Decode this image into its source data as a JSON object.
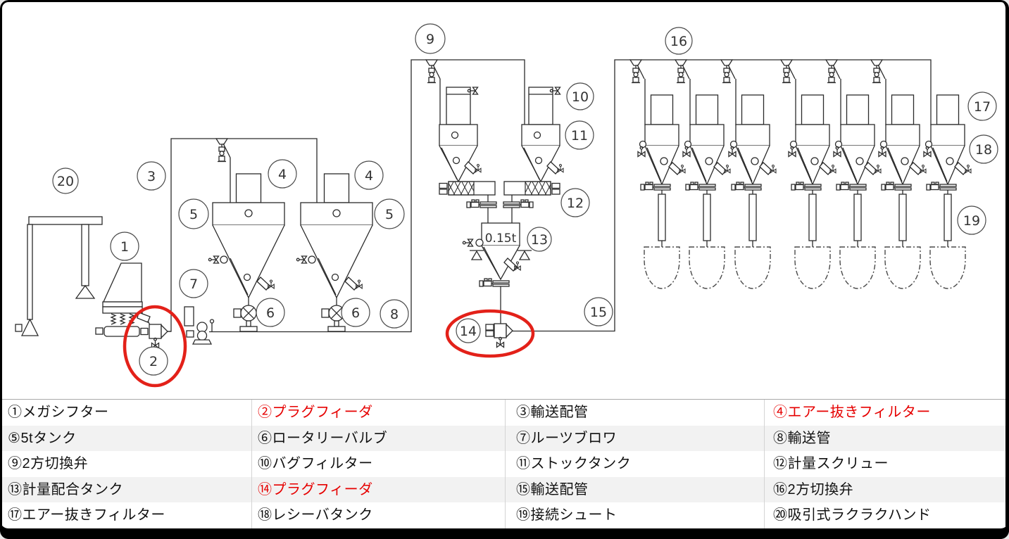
{
  "colors": {
    "highlight": "#e32119",
    "legend_red": "#e60000",
    "line": "#2b2b2b"
  },
  "diagram": {
    "tank_capacity_label": "0.15t",
    "callouts": [
      "20",
      "3",
      "1",
      "5",
      "4",
      "4",
      "5",
      "7",
      "6",
      "6",
      "8",
      "2",
      "9",
      "10",
      "11",
      "12",
      "13",
      "14",
      "15",
      "16",
      "17",
      "18",
      "19"
    ]
  },
  "legend": {
    "items": [
      {
        "num": "①",
        "label": "メガシフター",
        "red": false
      },
      {
        "num": "②",
        "label": "プラグフィーダ",
        "red": true
      },
      {
        "num": "③",
        "label": "輸送配管",
        "red": false
      },
      {
        "num": "④",
        "label": "エアー抜きフィルター",
        "red": true
      },
      {
        "num": "⑤",
        "label": "5tタンク",
        "red": false
      },
      {
        "num": "⑥",
        "label": "ロータリーバルブ",
        "red": false
      },
      {
        "num": "⑦",
        "label": "ルーツブロワ",
        "red": false
      },
      {
        "num": "⑧",
        "label": "輸送管",
        "red": false
      },
      {
        "num": "⑨",
        "label": "2方切換弁",
        "red": false
      },
      {
        "num": "⑩",
        "label": "バグフィルター",
        "red": false
      },
      {
        "num": "⑪",
        "label": "ストックタンク",
        "red": false
      },
      {
        "num": "⑫",
        "label": "計量スクリュー",
        "red": false
      },
      {
        "num": "⑬",
        "label": "計量配合タンク",
        "red": false
      },
      {
        "num": "⑭",
        "label": "プラグフィーダ",
        "red": true
      },
      {
        "num": "⑮",
        "label": "輸送配管",
        "red": false
      },
      {
        "num": "⑯",
        "label": "2方切換弁",
        "red": false
      },
      {
        "num": "⑰",
        "label": "エアー抜きフィルター",
        "red": false
      },
      {
        "num": "⑱",
        "label": "レシーバタンク",
        "red": false
      },
      {
        "num": "⑲",
        "label": "接続シュート",
        "red": false
      },
      {
        "num": "⑳",
        "label": "吸引式ラクラクハンド",
        "red": false
      }
    ]
  }
}
